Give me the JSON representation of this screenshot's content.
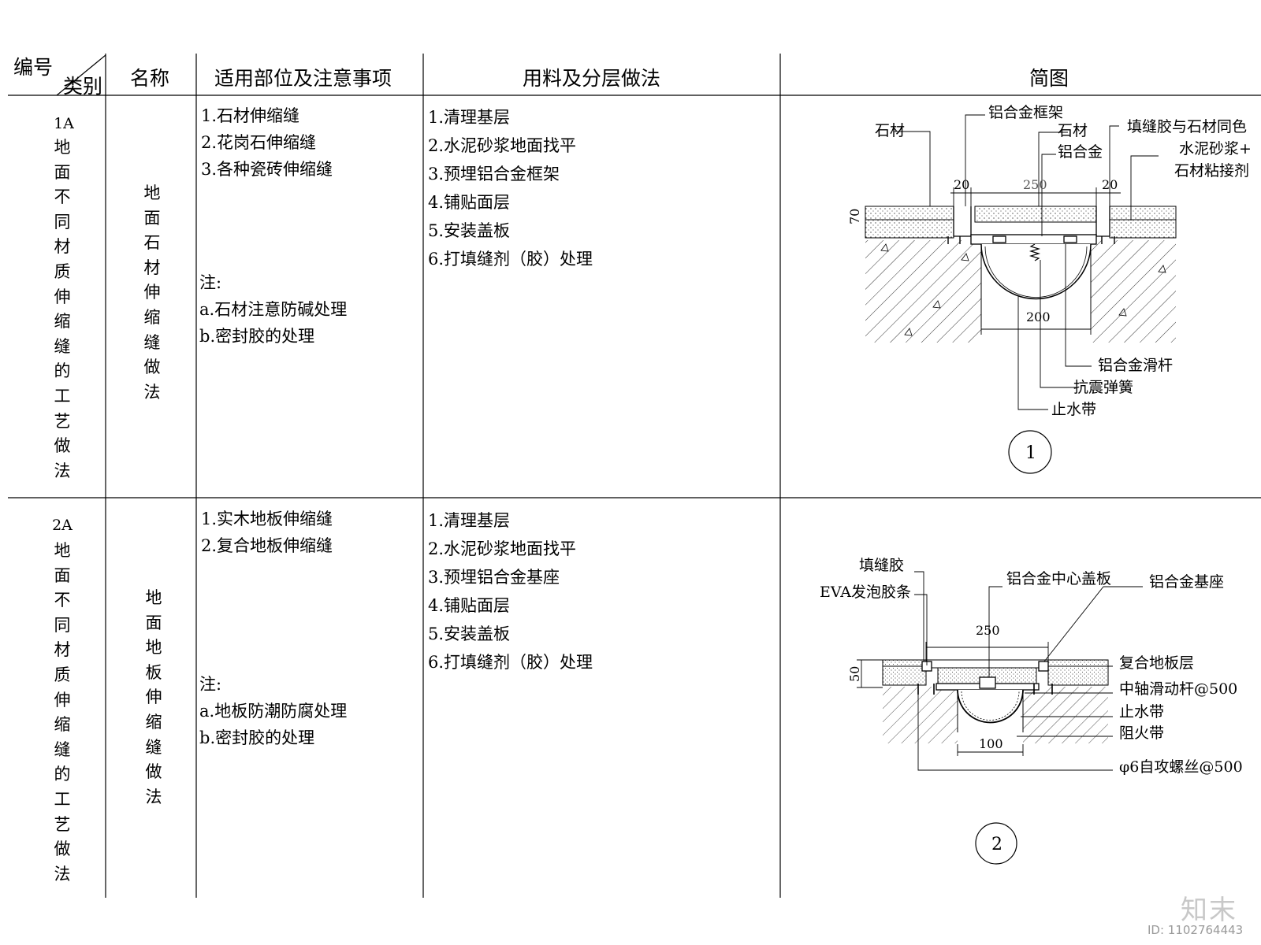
{
  "table": {
    "headers": {
      "code": "编号",
      "category": "类别",
      "name": "名称",
      "scope": "适用部位及注意事项",
      "materials": "用料及分层做法",
      "sketch": "简图"
    },
    "rows": [
      {
        "code": "1A",
        "category": "地面不同材质伸缩缝的工艺做法",
        "name": "地面石材伸缩缝做法",
        "scope_items": [
          "1.石材伸缩缝",
          "2.花岗石伸缩缝",
          "3.各种瓷砖伸缩缝"
        ],
        "note_title": "注:",
        "notes": [
          "a.石材注意防碱处理",
          "b.密封胶的处理"
        ],
        "steps": [
          "1.清理基层",
          "2.水泥砂浆地面找平",
          "3.预埋铝合金框架",
          "4.铺贴面层",
          "5.安装盖板",
          "6.打填缝剂（胶）处理"
        ],
        "diagram": {
          "number": "1",
          "labels": {
            "stone_left": "石材",
            "al_frame": "铝合金框架",
            "stone_center": "石材",
            "al_center": "铝合金",
            "filler": "填缝胶与石材同色",
            "mortar": "水泥砂浆+",
            "adhesive": "石材粘接剂",
            "slide_rod": "铝合金滑杆",
            "spring": "抗震弹簧",
            "waterstop": "止水带"
          },
          "dims": {
            "left": "20",
            "width": "250",
            "right": "20",
            "depth": "70",
            "bottom": "200"
          }
        }
      },
      {
        "code": "2A",
        "category": "地面不同材质伸缩缝的工艺做法",
        "name": "地面地板伸缩缝做法",
        "scope_items": [
          "1.实木地板伸缩缝",
          "2.复合地板伸缩缝"
        ],
        "note_title": "注:",
        "notes": [
          "a.地板防潮防腐处理",
          "b.密封胶的处理"
        ],
        "steps": [
          "1.清理基层",
          "2.水泥砂浆地面找平",
          "3.预埋铝合金基座",
          "4.铺贴面层",
          "5.安装盖板",
          "6.打填缝剂（胶）处理"
        ],
        "diagram": {
          "number": "2",
          "labels": {
            "filler": "填缝胶",
            "eva": "EVA发泡胶条",
            "cover": "铝合金中心盖板",
            "base": "铝合金基座",
            "floor_layer": "复合地板层",
            "slide_rod": "中轴滑动杆@500",
            "waterstop": "止水带",
            "firestop": "阻火带",
            "screw": "φ6自攻螺丝@500"
          },
          "dims": {
            "width": "250",
            "depth": "50",
            "bottom": "100"
          }
        }
      }
    ]
  },
  "watermark": {
    "brand": "知末",
    "id": "ID: 1102764443"
  }
}
